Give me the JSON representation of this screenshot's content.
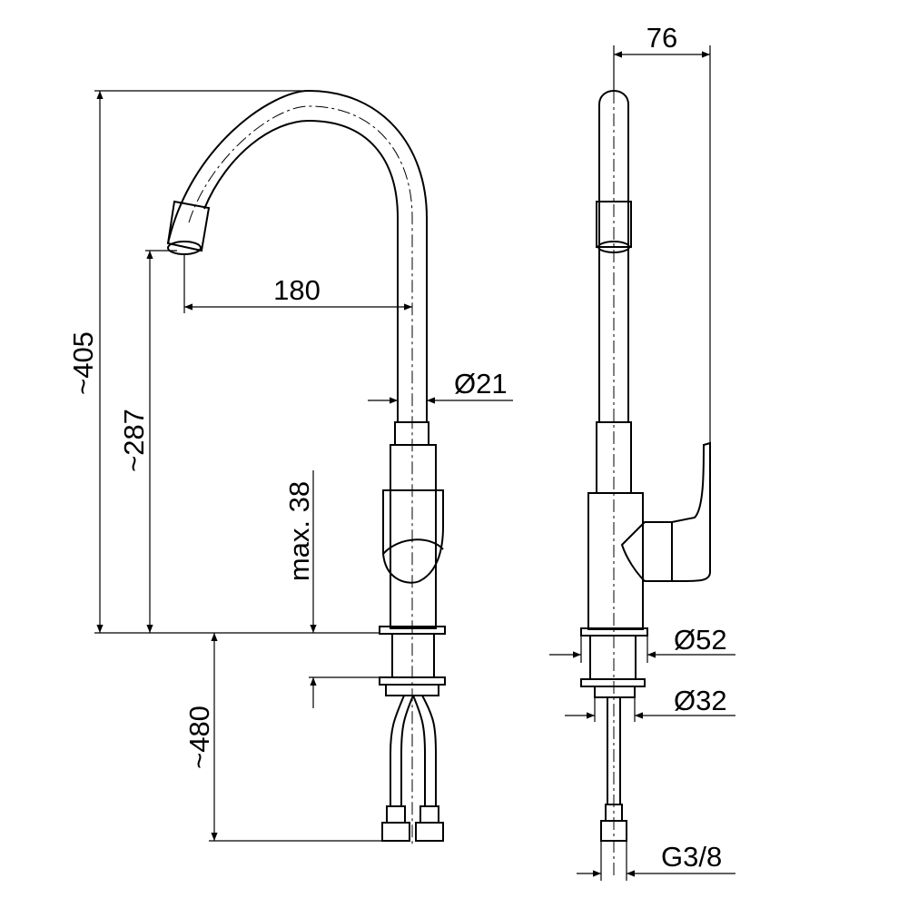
{
  "drawing": {
    "stroke_color": "#000000",
    "background_color": "#ffffff",
    "dimensions": {
      "overall_height": "~405",
      "spout_height": "~287",
      "spout_reach": "180",
      "spout_diameter": "Ø21",
      "max_deck_thickness": "max. 38",
      "hose_length": "~480",
      "side_width": "76",
      "base_diameter": "Ø52",
      "mount_hole_diameter": "Ø32",
      "connection_thread": "G3/8"
    }
  }
}
